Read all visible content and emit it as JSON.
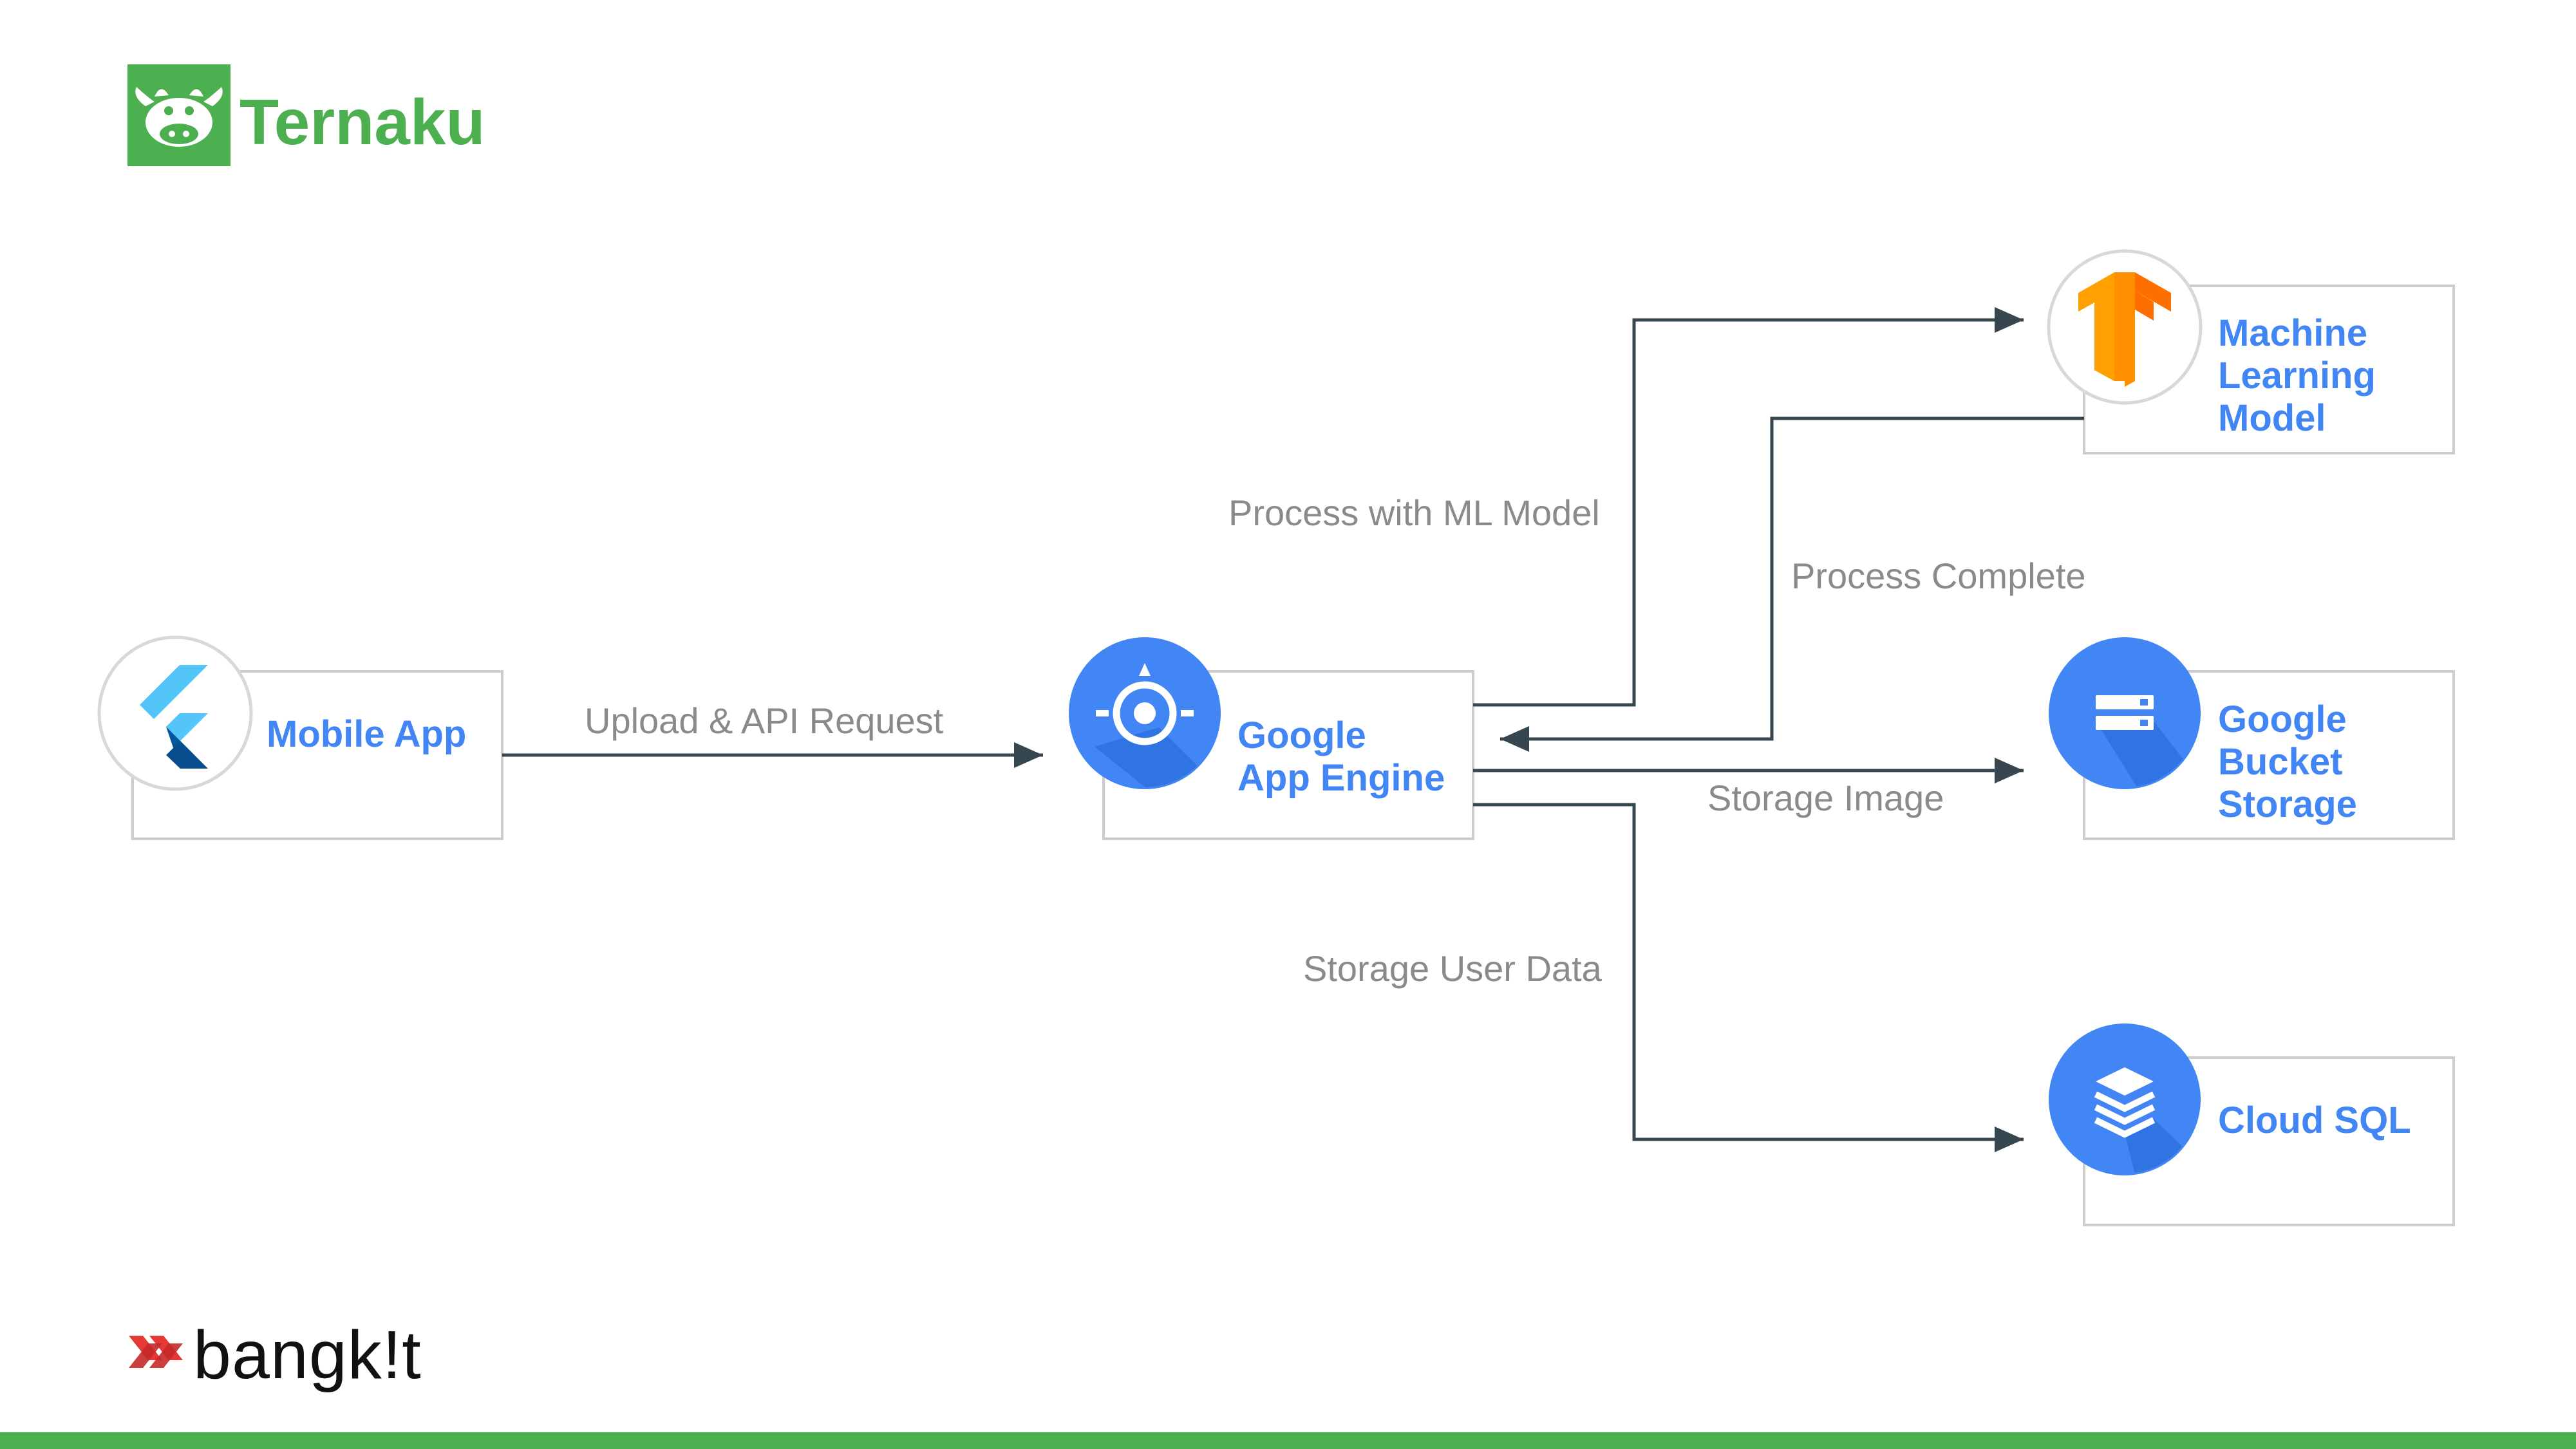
{
  "brand": {
    "name": "Ternaku",
    "partner": "bangk!t",
    "color": "#4caf50"
  },
  "nodes": {
    "mobile_app": {
      "label": "Mobile App",
      "icon": "flutter-icon"
    },
    "app_engine": {
      "label_line1": "Google",
      "label_line2": "App Engine",
      "icon": "app-engine-icon"
    },
    "ml_model": {
      "label_line1": "Machine",
      "label_line2": "Learning",
      "label_line3": "Model",
      "icon": "tensorflow-icon"
    },
    "bucket": {
      "label_line1": "Google",
      "label_line2": "Bucket",
      "label_line3": "Storage",
      "icon": "cloud-storage-icon"
    },
    "cloud_sql": {
      "label": "Cloud SQL",
      "icon": "cloud-sql-icon"
    }
  },
  "edges": {
    "upload": "Upload & API Request",
    "process_ml": "Process with ML Model",
    "process_complete": "Process Complete",
    "storage_image": "Storage Image",
    "storage_user": "Storage User Data"
  },
  "colors": {
    "node_text": "#4285f4",
    "edge_text": "#8a8a8a",
    "arrow": "#37474f",
    "box_border": "#cccccc",
    "gcp_blue": "#4285f4",
    "tensorflow_orange": "#ff8f00"
  }
}
